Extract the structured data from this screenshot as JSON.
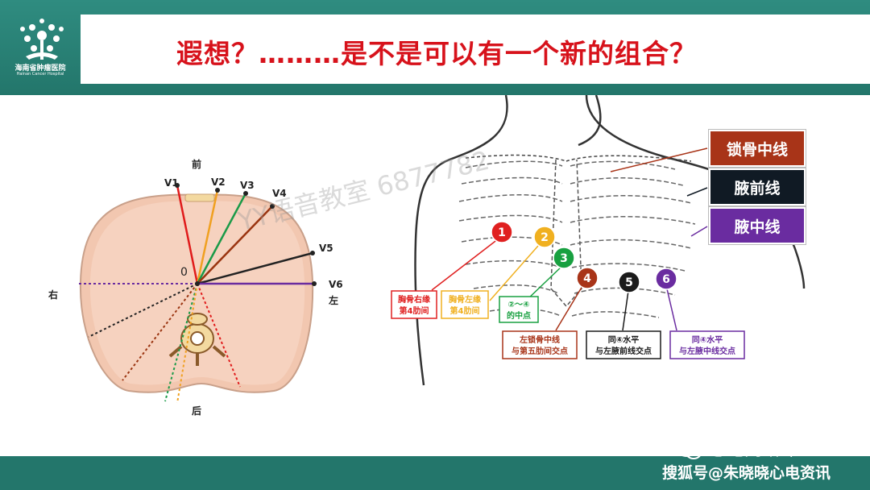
{
  "header": {
    "title": "遐想？………是不是可以有一个新的组合？",
    "logo_name": "海南省肿瘤医院",
    "logo_sub": "Hainan Cancer Hospital"
  },
  "left_diagram": {
    "front_label": "前",
    "back_label": "后",
    "right_label": "右",
    "left_label": "左",
    "origin_label": "0",
    "leads": [
      {
        "label": "V1",
        "color": "#e01b1b"
      },
      {
        "label": "V2",
        "color": "#f0a020"
      },
      {
        "label": "V3",
        "color": "#1a9a48"
      },
      {
        "label": "V4",
        "color": "#9a3410"
      },
      {
        "label": "V5",
        "color": "#222222"
      },
      {
        "label": "V6",
        "color": "#6a2ca0"
      }
    ]
  },
  "right_diagram": {
    "electrodes": [
      {
        "num": "1",
        "color": "#e02020"
      },
      {
        "num": "2",
        "color": "#f0b020"
      },
      {
        "num": "3",
        "color": "#18a040"
      },
      {
        "num": "4",
        "color": "#a83418"
      },
      {
        "num": "5",
        "color": "#1a1a1a"
      },
      {
        "num": "6",
        "color": "#6a2ca0"
      }
    ],
    "annotations": [
      {
        "line1": "胸骨右缘",
        "line2": "第4肋间",
        "color": "#e02020"
      },
      {
        "line1": "胸骨左缘",
        "line2": "第4肋间",
        "color": "#f0b020"
      },
      {
        "line1": "②～④",
        "line2": "的中点",
        "color": "#18a040"
      },
      {
        "line1": "左锁骨中线",
        "line2": "与第五肋间交点",
        "color": "#a83418"
      },
      {
        "line1": "同④水平",
        "line2": "与左腋前线交点",
        "color": "#1a1a1a"
      },
      {
        "line1": "同④水平",
        "line2": "与左腋中线交点",
        "color": "#6a2ca0"
      }
    ],
    "legend": [
      {
        "label": "锁骨中线",
        "color": "#a83418"
      },
      {
        "label": "腋前线",
        "color": "#101a24"
      },
      {
        "label": "腋中线",
        "color": "#6a2ca0"
      }
    ]
  },
  "watermark": "YY语音教室 6877782",
  "footer": {
    "wechat_brand": "心电网络课堂",
    "sohu_credit": "搜狐号@朱晓晓心电资讯"
  }
}
